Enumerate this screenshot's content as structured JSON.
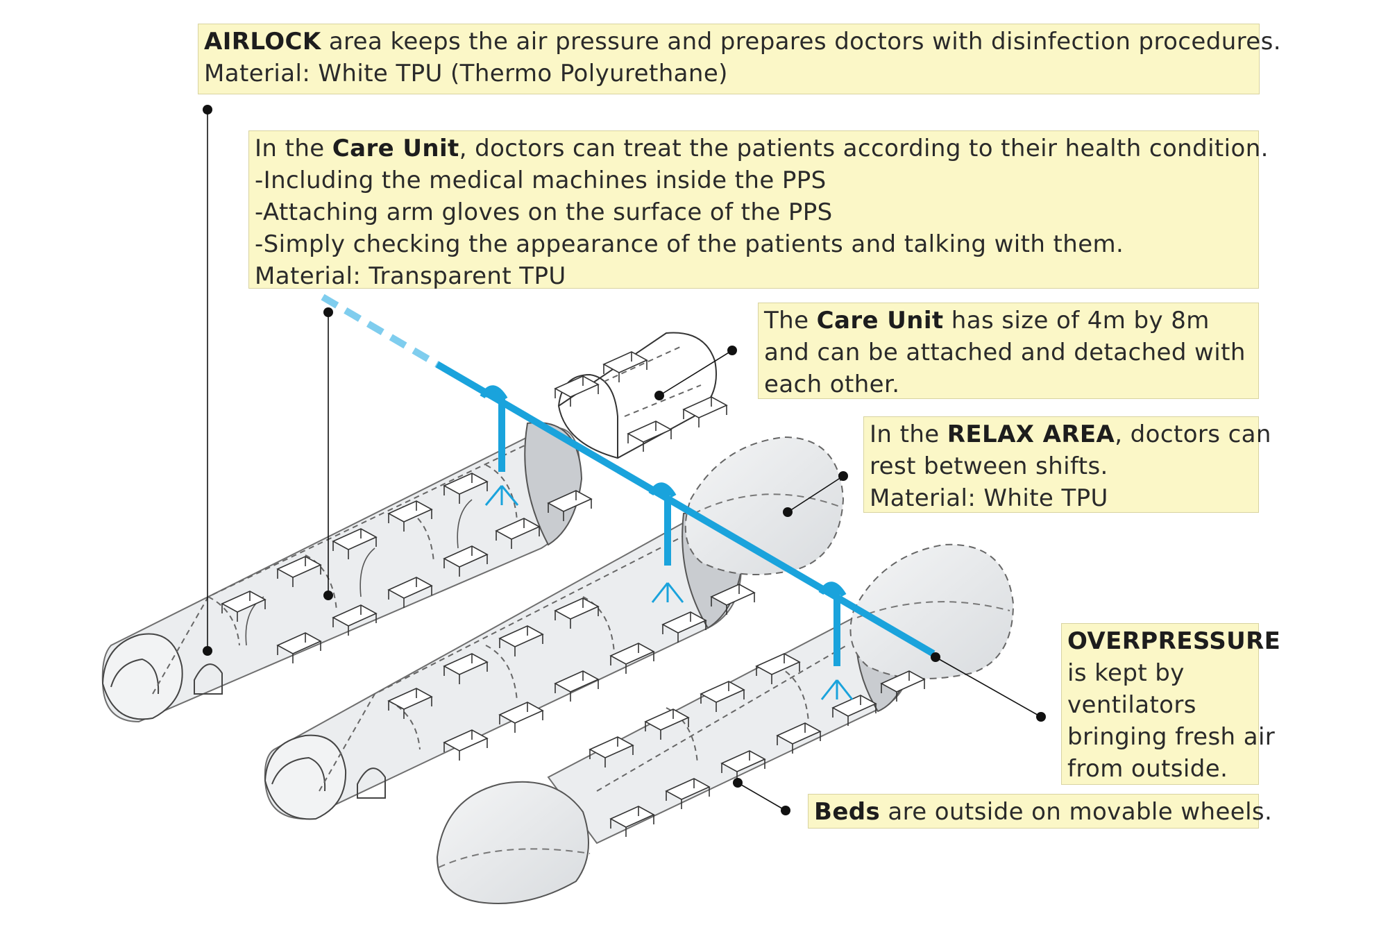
{
  "notes": {
    "airlock": {
      "bold": "AIRLOCK",
      "text": " area keeps the air pressure and prepares doctors with disinfection procedures.",
      "material": "Material: White TPU (Thermo Polyurethane)"
    },
    "care_unit": {
      "pre": "In the ",
      "bold": "Care Unit",
      "text": ", doctors can treat the patients according to their health condition.",
      "items": [
        "-Including the medical machines inside the PPS",
        "-Attaching arm gloves on the surface of the PPS",
        "-Simply checking the appearance of the patients and talking with them."
      ],
      "material": "Material: Transparent TPU"
    },
    "size": {
      "pre": "The ",
      "bold": "Care Unit",
      "text": " has size of 4m by 8m and can be attached and detached with each other."
    },
    "relax": {
      "pre": "In the ",
      "bold": "RELAX AREA",
      "text": ", doctors can",
      "line2": "rest between shifts.",
      "material": "Material: White TPU"
    },
    "overpressure": {
      "bold": "OVERPRESSURE",
      "lines": [
        "is kept by",
        "ventilators",
        "bringing fresh air",
        "from outside."
      ]
    },
    "beds": {
      "bold": "Beds",
      "text": " are outside on movable wheels."
    }
  },
  "colors": {
    "duct": "#1aa3dc",
    "duct_dashed": "#7fcdee",
    "note_bg": "#fbf7c7",
    "leader": "#111111",
    "outline": "#555555",
    "fill_transparent": "#e9ecef"
  }
}
